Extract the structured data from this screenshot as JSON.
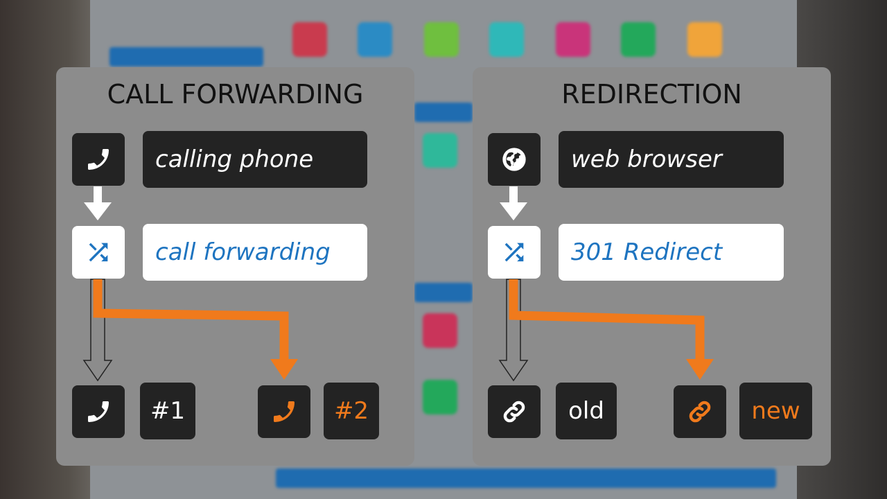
{
  "colors": {
    "panel": "#8c8c8c",
    "dark_box": "#232323",
    "white_box": "#ffffff",
    "blue_text": "#1e74c0",
    "orange": "#f07a1c"
  },
  "call_forwarding": {
    "title": "CALL FORWARDING",
    "source_icon": "phone-icon",
    "source_label": "calling phone",
    "middle_icon": "shuffle-icon",
    "middle_label": "call forwarding",
    "target_old_icon": "phone-icon",
    "target_old_label": "#1",
    "target_new_icon": "phone-icon",
    "target_new_label": "#2"
  },
  "redirection": {
    "title": "REDIRECTION",
    "source_icon": "globe-icon",
    "source_label": "web browser",
    "middle_icon": "shuffle-icon",
    "middle_label": "301 Redirect",
    "target_old_icon": "link-icon",
    "target_old_label": "old",
    "target_new_icon": "link-icon",
    "target_new_label": "new"
  }
}
